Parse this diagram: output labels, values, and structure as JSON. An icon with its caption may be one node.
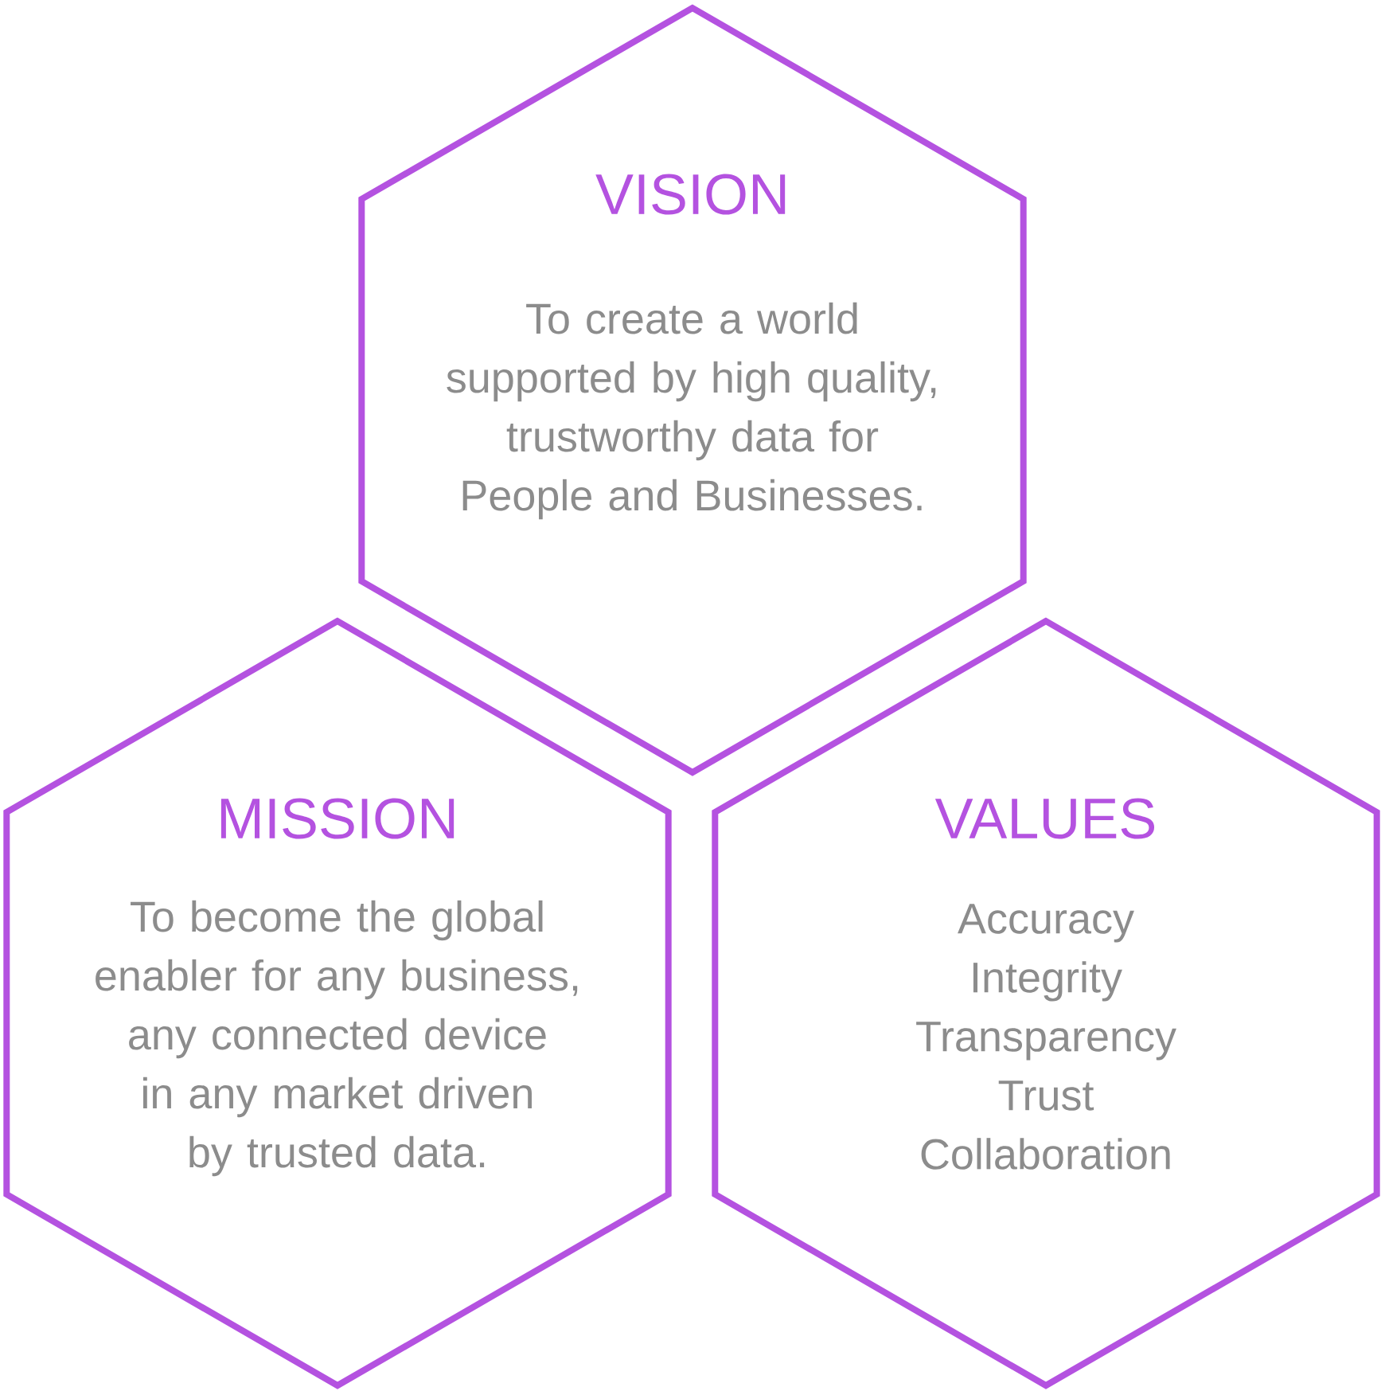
{
  "diagram": {
    "nodes": [
      {
        "text": [
          "VISION",
          "To create a world supported by high quality, trustworthy data for People and Businesses."
        ]
      },
      {
        "text": [
          "MISSION",
          "To become the global enabler for any business, any connected device in any market driven by trusted data."
        ]
      },
      {
        "text": [
          "VALUES",
          "Accuracy",
          "Integrity",
          "Transparency",
          "Trust",
          "Collaboration"
        ]
      }
    ]
  }
}
